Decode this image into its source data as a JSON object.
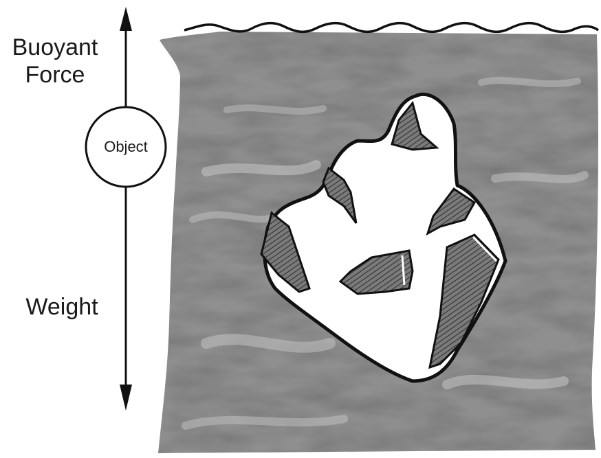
{
  "diagram": {
    "labels": {
      "buoyant_line1": "Buoyant",
      "buoyant_line2": "Force",
      "object": "Object",
      "weight": "Weight"
    },
    "colors": {
      "water": "#8f8f8f",
      "water_light": "#c4c4c4",
      "water_dark": "#6e6e6e",
      "rock_fill": "#ffffff",
      "rock_shadow": "#6a6a6a",
      "outline": "#111111"
    }
  }
}
